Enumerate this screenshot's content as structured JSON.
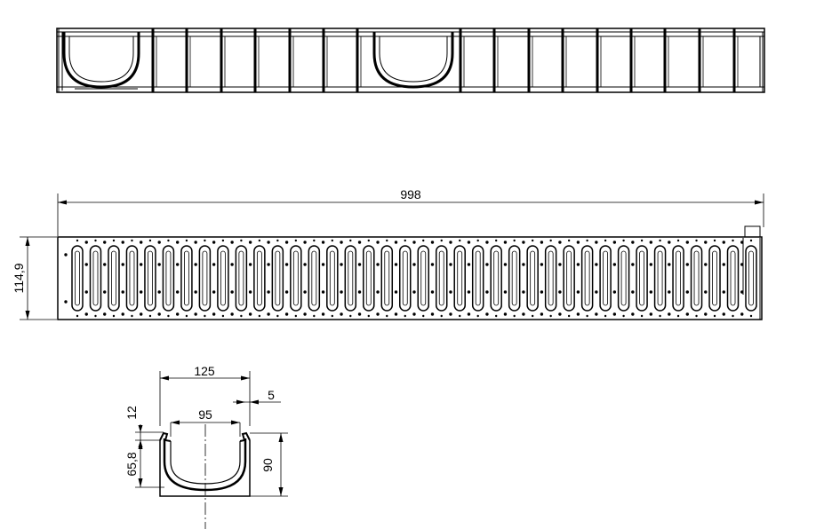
{
  "drawing": {
    "overall_length": "998",
    "grating_width": "114,9",
    "channel_outer_width": "125",
    "channel_inner_width": "95",
    "wall_thickness": "5",
    "lip_height": "12",
    "inner_depth": "65,8",
    "outer_height": "90"
  },
  "grating": {
    "slot_count": 38
  },
  "colors": {
    "line": "#000000",
    "background": "#ffffff"
  }
}
